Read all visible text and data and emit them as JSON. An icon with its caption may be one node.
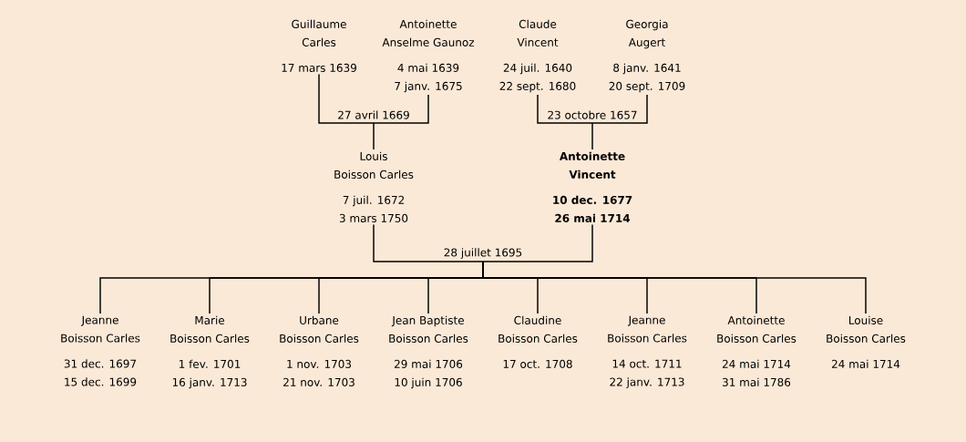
{
  "diagram": {
    "nodes": [
      {
        "text": [
          "Guillaume",
          "Carles",
          "17 mars 1639"
        ]
      },
      {
        "text": [
          "Antoinette",
          "Anselme Gaunoz",
          "4 mai 1639",
          "7 janv. 1675"
        ]
      },
      {
        "text": [
          "Claude",
          "Vincent",
          "24 juil. 1640",
          "22 sept. 1680"
        ]
      },
      {
        "text": [
          "Georgia",
          "Augert",
          "8 janv. 1641",
          "20 sept. 1709"
        ]
      },
      {
        "text": [
          "27 avril 1669"
        ]
      },
      {
        "text": [
          "23 octobre 1657"
        ]
      },
      {
        "text": [
          "Louis",
          "Boisson Carles",
          "7 juil. 1672",
          "3 mars 1750"
        ]
      },
      {
        "text": [
          "Antoinette",
          "Vincent",
          "10 dec. 1677",
          "26 mai 1714"
        ]
      },
      {
        "text": [
          "28 juillet 1695"
        ]
      },
      {
        "text": [
          "Jeanne",
          "Boisson Carles",
          "31 dec. 1697",
          "15 dec. 1699"
        ]
      },
      {
        "text": [
          "Marie",
          "Boisson Carles",
          "1 fev. 1701",
          "16 janv. 1713"
        ]
      },
      {
        "text": [
          "Urbane",
          "Boisson Carles",
          "1 nov. 1703",
          "21 nov. 1703"
        ]
      },
      {
        "text": [
          "Jean Baptiste",
          "Boisson Carles",
          "29 mai 1706",
          "10 juin 1706"
        ]
      },
      {
        "text": [
          "Claudine",
          "Boisson Carles",
          "17 oct. 1708"
        ]
      },
      {
        "text": [
          "Jeanne",
          "Boisson Carles",
          "14 oct. 1711",
          "22 janv. 1713"
        ]
      },
      {
        "text": [
          "Antoinette",
          "Boisson Carles",
          "24 mai 1714",
          "31 mai 1786"
        ]
      },
      {
        "text": [
          "Louise",
          "Boisson Carles",
          "24 mai 1714"
        ]
      }
    ],
    "edges": [
      {
        "from": 0,
        "to": 4,
        "arrow": "none"
      },
      {
        "from": 1,
        "to": 4,
        "arrow": "none"
      },
      {
        "from": 2,
        "to": 5,
        "arrow": "none"
      },
      {
        "from": 3,
        "to": 5,
        "arrow": "none"
      },
      {
        "from": 4,
        "to": 6,
        "arrow": "none"
      },
      {
        "from": 5,
        "to": 7,
        "arrow": "none"
      },
      {
        "from": 6,
        "to": 8,
        "arrow": "none"
      },
      {
        "from": 7,
        "to": 8,
        "arrow": "none"
      },
      {
        "from": 8,
        "to": 9,
        "arrow": "none"
      },
      {
        "from": 8,
        "to": 10,
        "arrow": "none"
      },
      {
        "from": 8,
        "to": 11,
        "arrow": "none"
      },
      {
        "from": 8,
        "to": 12,
        "arrow": "none"
      },
      {
        "from": 8,
        "to": 13,
        "arrow": "none"
      },
      {
        "from": 8,
        "to": 14,
        "arrow": "none"
      },
      {
        "from": 8,
        "to": 15,
        "arrow": "none"
      },
      {
        "from": 8,
        "to": 16,
        "arrow": "none"
      }
    ]
  }
}
